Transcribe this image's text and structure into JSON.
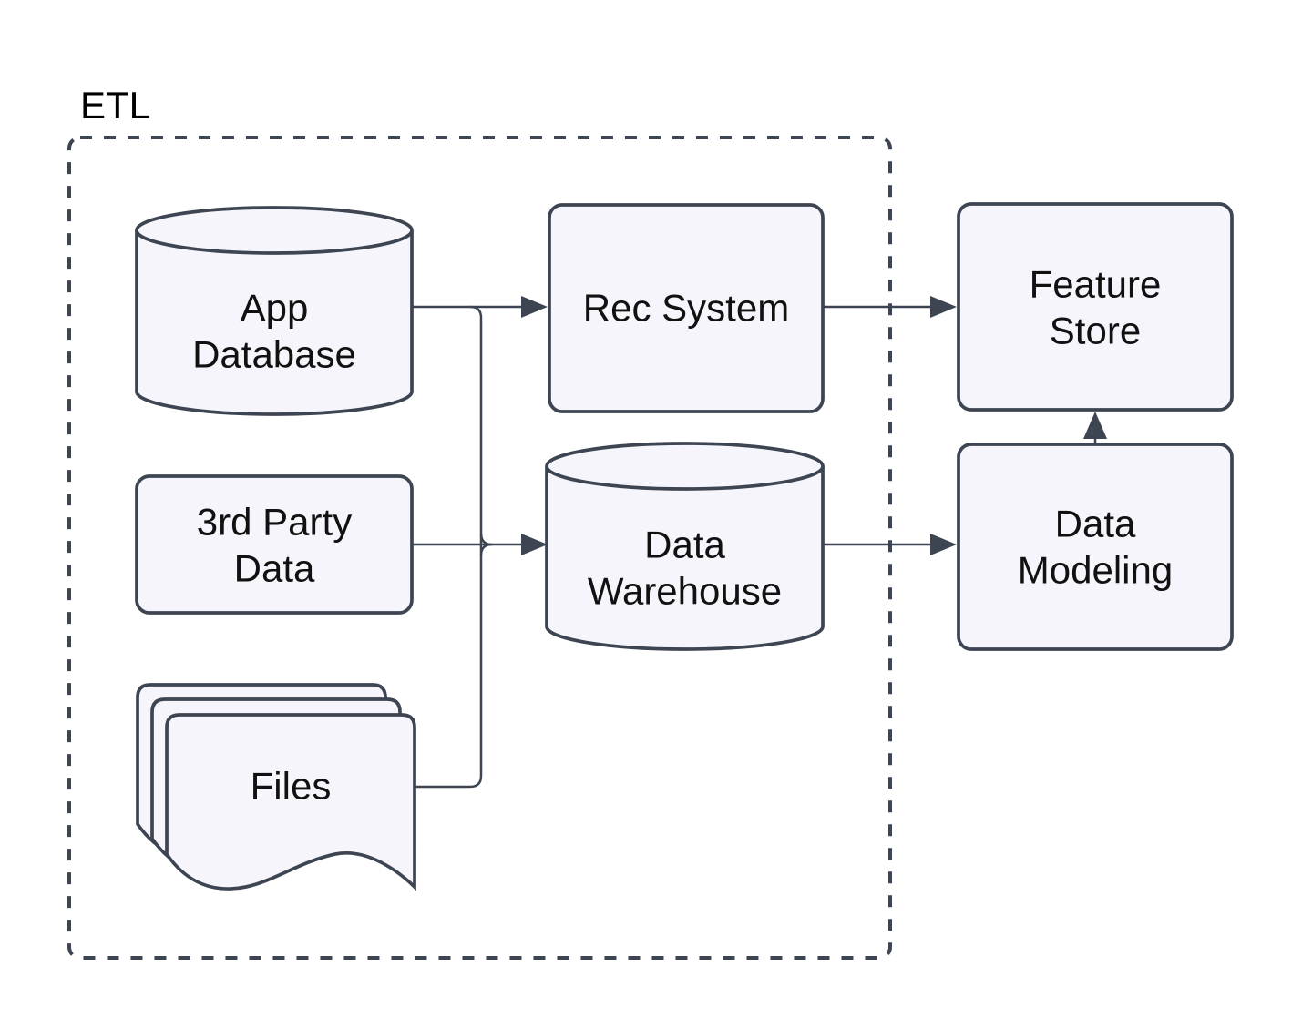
{
  "diagram": {
    "type": "flowchart",
    "group_label": "ETL",
    "colors": {
      "node_fill": "#f5f5fb",
      "node_stroke": "#3e4552",
      "edge_color": "#3e4552",
      "text_color": "#111111",
      "background": "#ffffff"
    },
    "nodes": {
      "app_database": {
        "shape": "cylinder",
        "lines": [
          "App",
          "Database"
        ]
      },
      "third_party_data": {
        "shape": "rounded-rect",
        "lines": [
          "3rd Party",
          "Data"
        ]
      },
      "files": {
        "shape": "multi-document",
        "lines": [
          "Files"
        ]
      },
      "rec_system": {
        "shape": "rounded-rect",
        "lines": [
          "Rec System"
        ]
      },
      "data_warehouse": {
        "shape": "cylinder",
        "lines": [
          "Data",
          "Warehouse"
        ]
      },
      "feature_store": {
        "shape": "rounded-rect",
        "lines": [
          "Feature",
          "Store"
        ]
      },
      "data_modeling": {
        "shape": "rounded-rect",
        "lines": [
          "Data",
          "Modeling"
        ]
      }
    },
    "group_members": [
      "app_database",
      "third_party_data",
      "files",
      "rec_system",
      "data_warehouse"
    ],
    "edges": [
      {
        "from": "app_database",
        "to": "rec_system"
      },
      {
        "from": "app_database",
        "to": "data_warehouse"
      },
      {
        "from": "third_party_data",
        "to": "data_warehouse"
      },
      {
        "from": "files",
        "to": "data_warehouse"
      },
      {
        "from": "rec_system",
        "to": "feature_store"
      },
      {
        "from": "data_warehouse",
        "to": "data_modeling"
      },
      {
        "from": "data_modeling",
        "to": "feature_store"
      }
    ]
  }
}
